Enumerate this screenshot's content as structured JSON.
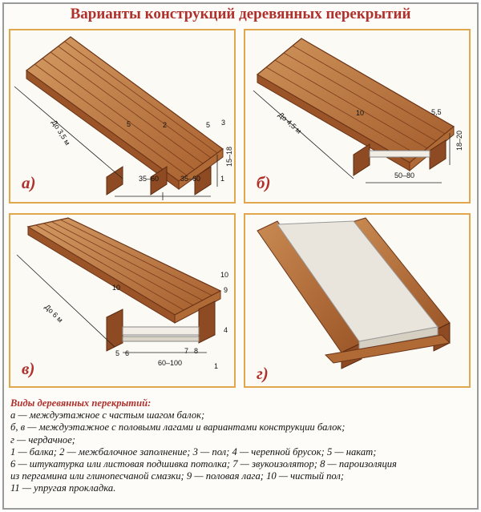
{
  "title": "Варианты конструкций деревянных перекрытий",
  "panels": {
    "a": {
      "letter": "а)",
      "length_label": "До 3,5 м",
      "spacing_left": "35–60",
      "spacing_right": "35–60",
      "height_label": "15–18",
      "dim_small_1": "5",
      "dim_small_2": "2",
      "dim_small_3": "5",
      "num_3": "3",
      "num_1": "1"
    },
    "b": {
      "letter": "б)",
      "length_label": "До 4,5 м",
      "spacing": "50–80",
      "height_label": "18–20",
      "dim_10": "10",
      "dim_5_5": "5,5"
    },
    "v": {
      "letter": "в)",
      "length_label": "До 6 м",
      "spacing": "60–100",
      "dim_10": "10",
      "num_10": "10",
      "num_9": "9",
      "num_4": "4",
      "num_1": "1",
      "num_5": "5",
      "num_6": "6",
      "num_7": "7",
      "num_8": "8"
    },
    "g": {
      "letter": "г)"
    }
  },
  "caption": {
    "heading": "Виды деревянных перекрытий:",
    "lines": [
      "а — междуэтажное с частым шагом балок;",
      "б, в — междуэтажное с половыми лагами и вариантами конструкции балок;",
      "г — чердачное;",
      "1 — балка; 2 — межбалочное заполнение; 3 — пол; 4 — черепной брусок; 5 — накат;",
      "6 — штукатурка или листовая подшивка потолка; 7 — звукоизолятор; 8 — пароизоляция",
      "из пергамина или глинопесчаной смазки; 9 — половая лага; 10 — чистый пол;",
      "11 — упругая прокладка."
    ]
  },
  "colors": {
    "accent": "#b0302c",
    "panel_border": "#e2a64d",
    "wood_light": "#c98a52",
    "wood_dark": "#8e4a22"
  }
}
